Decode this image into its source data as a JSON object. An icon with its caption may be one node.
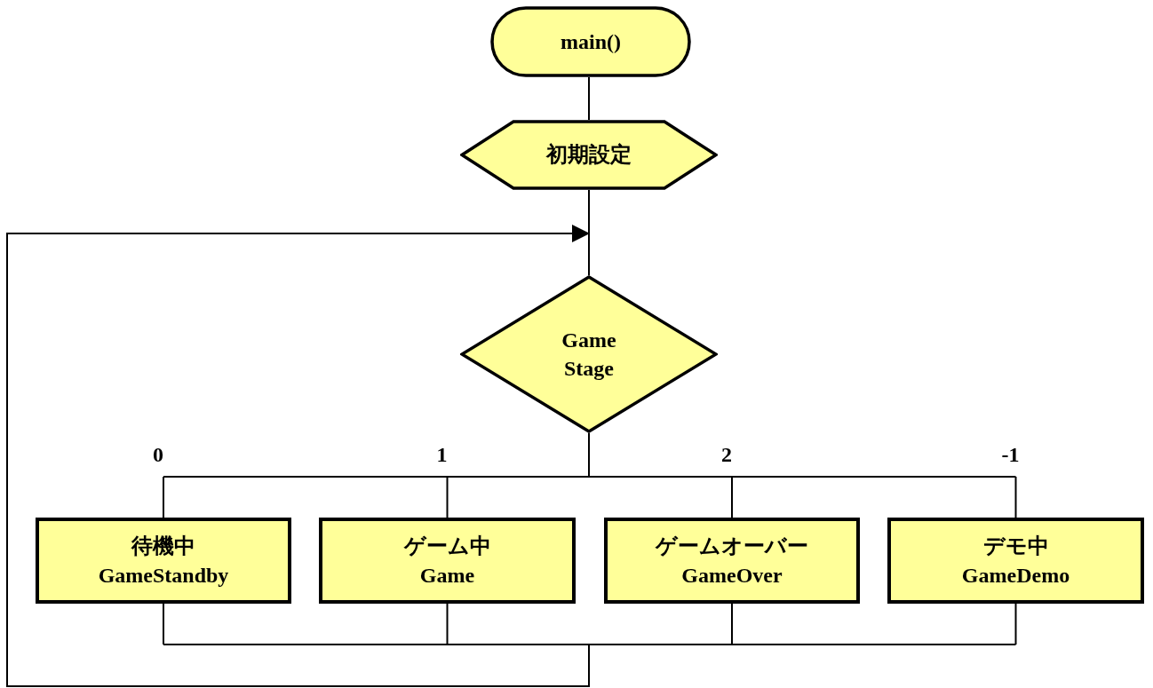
{
  "diagram": {
    "nodes": [
      {
        "text": [
          "main()"
        ]
      },
      {
        "text": [
          "初期設定"
        ]
      },
      {
        "text": [
          "Game Stage"
        ]
      },
      {
        "text": [
          "待機中",
          "GameStandby"
        ]
      },
      {
        "text": [
          "ゲーム中",
          "Game"
        ]
      },
      {
        "text": [
          "ゲームオーバー",
          "GameOver"
        ]
      },
      {
        "text": [
          "デモ中",
          "GameDemo"
        ]
      }
    ],
    "edges": [
      {
        "from": 0,
        "to": 1,
        "arrow": "none"
      },
      {
        "from": 1,
        "to": 2,
        "arrow": "none"
      },
      {
        "from": 2,
        "to": 3,
        "arrow": "none",
        "label": "0"
      },
      {
        "from": 2,
        "to": 4,
        "arrow": "none",
        "label": "1"
      },
      {
        "from": 2,
        "to": 5,
        "arrow": "none",
        "label": "2"
      },
      {
        "from": 2,
        "to": 6,
        "arrow": "none",
        "label": "-1"
      },
      {
        "from": 3,
        "to": 2,
        "arrow": "to"
      },
      {
        "from": 4,
        "to": 2,
        "arrow": "to"
      },
      {
        "from": 5,
        "to": 2,
        "arrow": "to"
      },
      {
        "from": 6,
        "to": 2,
        "arrow": "to"
      }
    ]
  }
}
